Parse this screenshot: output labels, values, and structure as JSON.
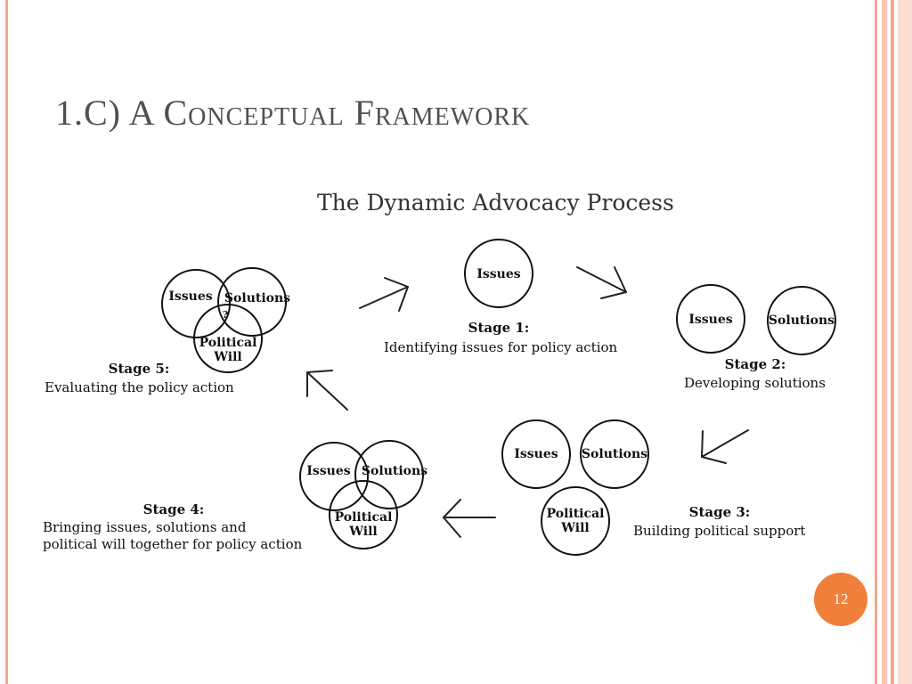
{
  "slide": {
    "title": "1.C) A Conceptual Framework",
    "page_number": "12",
    "frame_colors": [
      "#f3a98c",
      "#f8c8b4",
      "#f3a98c",
      "#fbded2"
    ],
    "accent_color": "#f07f3c"
  },
  "diagram": {
    "title": "The Dynamic Advocacy Process",
    "labels": {
      "issues": "Issues",
      "solutions": "Solutions",
      "political": "Political",
      "will": "Will",
      "question": "?"
    },
    "stages": [
      {
        "name": "Stage 1:",
        "desc": [
          "Identifying issues for policy action"
        ]
      },
      {
        "name": "Stage 2:",
        "desc": [
          "Developing solutions"
        ]
      },
      {
        "name": "Stage 3:",
        "desc": [
          "Building political support"
        ]
      },
      {
        "name": "Stage 4:",
        "desc": [
          "Bringing issues, solutions and",
          "political will together for policy action"
        ]
      },
      {
        "name": "Stage 5:",
        "desc": [
          "Evaluating the policy action"
        ]
      }
    ],
    "arrows": [
      "arrow-stage5-to-1",
      "arrow-stage1-to-2",
      "arrow-stage2-to-3",
      "arrow-stage3-to-4",
      "arrow-stage4-to-5"
    ]
  }
}
